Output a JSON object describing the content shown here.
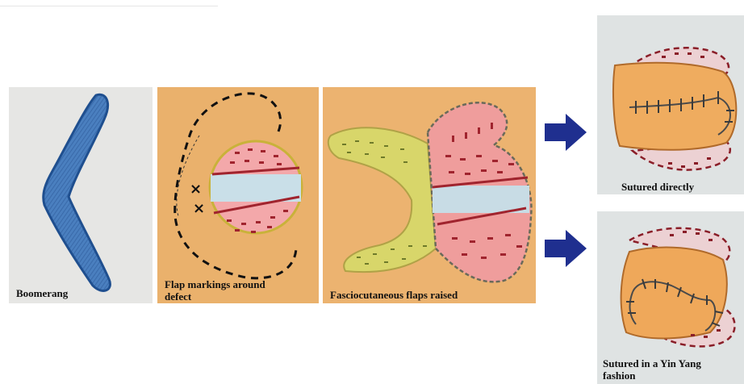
{
  "figure": {
    "panels": [
      {
        "id": "boomerang",
        "caption": "Boomerang"
      },
      {
        "id": "flap-markings",
        "caption_line1": "Flap markings around",
        "caption_line2": "defect"
      },
      {
        "id": "flaps-raised",
        "caption": "Fasciocutaneous flaps raised"
      },
      {
        "id": "sutured-directly",
        "caption": "Sutured directly"
      },
      {
        "id": "sutured-yin-yang",
        "caption_line1": "Sutured in a Yin Yang",
        "caption_line2": "fashion"
      }
    ],
    "colors": {
      "boomerang_blue": "#3c6fae",
      "skin_orange": "#eeb06a",
      "defect_pink": "#f1a3a6",
      "flap_yellow": "#d9d868",
      "suture_red": "#a0242e",
      "arrow_navy": "#1f2f8f",
      "photo_grey": "#dfe2e3"
    },
    "icons": [
      "right-arrow-icon",
      "right-arrow-icon"
    ]
  }
}
